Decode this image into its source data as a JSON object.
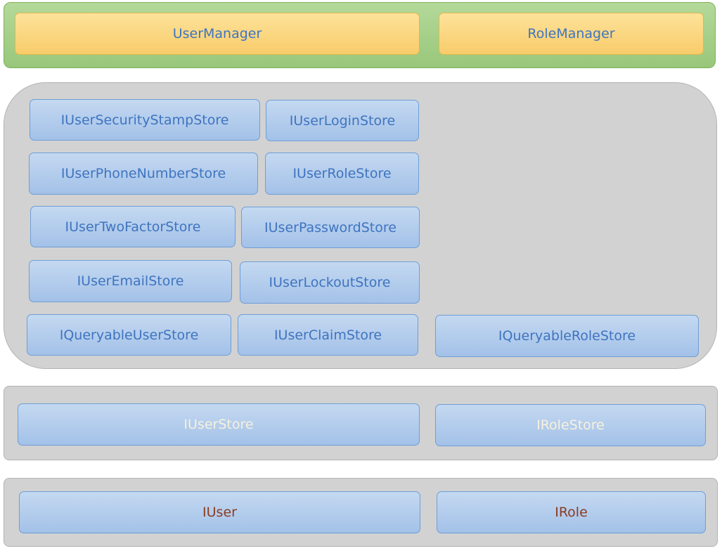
{
  "managers": {
    "user": "UserManager",
    "role": "RoleManager"
  },
  "stores": {
    "security_stamp": "IUserSecurityStampStore",
    "login": "IUserLoginStore",
    "phone_number": "IUserPhoneNumberStore",
    "role": "IUserRoleStore",
    "two_factor": "IUserTwoFactorStore",
    "password": "IUserPasswordStore",
    "email": "IUserEmailStore",
    "lockout": "IUserLockoutStore",
    "queryable_user": "IQueryableUserStore",
    "claim": "IUserClaimStore",
    "queryable_role": "IQueryableRoleStore"
  },
  "base_stores": {
    "user": "IUserStore",
    "role": "IRoleStore"
  },
  "entities": {
    "user": "IUser",
    "role": "IRole"
  },
  "colors": {
    "manager_layer": "#a9d18e",
    "manager_box": "#fbd57f",
    "store_box": "#aec9eb",
    "layer_gray": "#d2d2d2",
    "label_blue": "#3f74c0",
    "label_cream": "#f6f1dd",
    "label_brown": "#8a3c22"
  }
}
